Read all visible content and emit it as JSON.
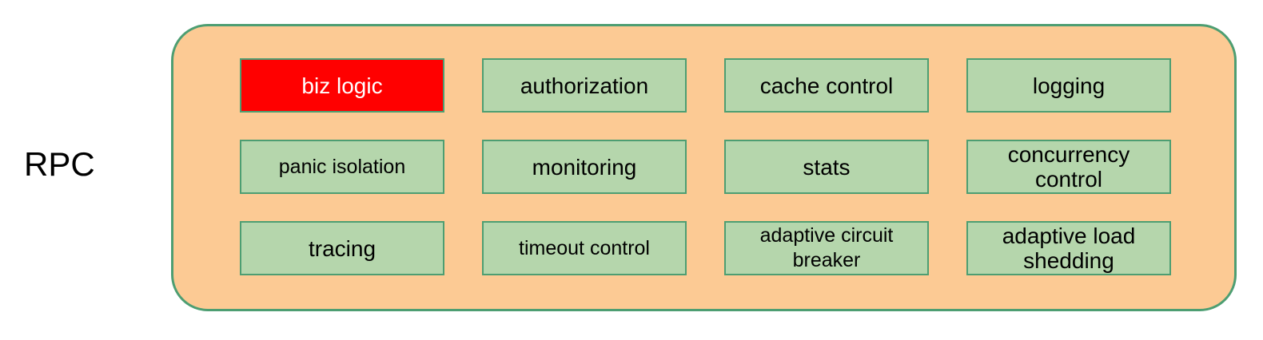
{
  "diagram": {
    "side_label": "RPC",
    "container": {
      "fill_color": "#fcca94",
      "border_color": "#4d9e72"
    },
    "box_defaults": {
      "fill_color": "#b5d6ac",
      "border_color": "#4d9e72",
      "text_color": "#000000"
    },
    "highlight": {
      "fill_color": "#ff0000",
      "text_color": "#ffffff"
    },
    "rows": [
      [
        {
          "label": "biz logic",
          "highlighted": true,
          "wrapped": false,
          "size": "normal"
        },
        {
          "label": "authorization",
          "highlighted": false,
          "wrapped": false,
          "size": "normal"
        },
        {
          "label": "cache control",
          "highlighted": false,
          "wrapped": false,
          "size": "normal"
        },
        {
          "label": "logging",
          "highlighted": false,
          "wrapped": false,
          "size": "normal"
        }
      ],
      [
        {
          "label": "panic isolation",
          "highlighted": false,
          "wrapped": false,
          "size": "small"
        },
        {
          "label": "monitoring",
          "highlighted": false,
          "wrapped": false,
          "size": "normal"
        },
        {
          "label": "stats",
          "highlighted": false,
          "wrapped": false,
          "size": "normal"
        },
        {
          "label": "concurrency\ncontrol",
          "highlighted": false,
          "wrapped": true,
          "size": "normal"
        }
      ],
      [
        {
          "label": "tracing",
          "highlighted": false,
          "wrapped": false,
          "size": "normal"
        },
        {
          "label": "timeout control",
          "highlighted": false,
          "wrapped": false,
          "size": "small"
        },
        {
          "label": "adaptive circuit\nbreaker",
          "highlighted": false,
          "wrapped": true,
          "size": "small"
        },
        {
          "label": "adaptive load\nshedding",
          "highlighted": false,
          "wrapped": true,
          "size": "normal"
        }
      ]
    ]
  }
}
